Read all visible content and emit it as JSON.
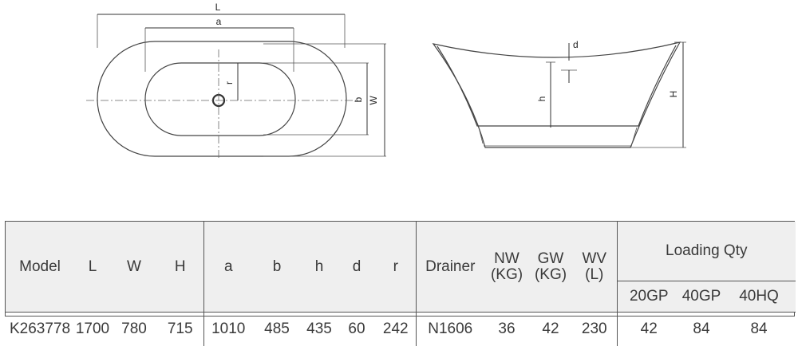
{
  "drawing": {
    "top_view_labels": {
      "L": "L",
      "a": "a",
      "r": "r",
      "b": "b",
      "W": "W"
    },
    "side_view_labels": {
      "d": "d",
      "h": "h",
      "H": "H"
    }
  },
  "table": {
    "headers": {
      "model": "Model",
      "L": "L",
      "W": "W",
      "H": "H",
      "a": "a",
      "b": "b",
      "h": "h",
      "d": "d",
      "r": "r",
      "drainer": "Drainer",
      "nw_1": "NW",
      "nw_2": "(KG)",
      "gw_1": "GW",
      "gw_2": "(KG)",
      "wv_1": "WV",
      "wv_2": "(L)",
      "loading_qty": "Loading Qty",
      "gp20": "20GP",
      "gp40": "40GP",
      "hq40": "40HQ"
    },
    "values": {
      "model": "K263778",
      "L": "1700",
      "W": "780",
      "H": "715",
      "a": "1010",
      "b": "485",
      "h": "435",
      "d": "60",
      "r": "242",
      "drainer": "N1606",
      "nw": "36",
      "gw": "42",
      "wv": "230",
      "gp20": "42",
      "gp40": "84",
      "hq40": "84"
    }
  }
}
